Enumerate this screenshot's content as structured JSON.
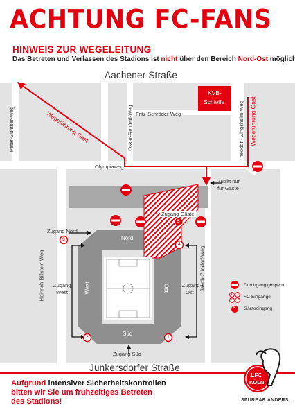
{
  "header": {
    "title": "ACHTUNG FC-FANS",
    "subtitle": "HINWEIS ZUR WEGELEITUNG",
    "intro_before": "Das Betreten und Verlassen des Stadions ist ",
    "intro_not": "nicht",
    "intro_middle": " über den Bereich ",
    "intro_area": "Nord-Ost",
    "intro_after": " möglich."
  },
  "streets": {
    "aachener": "Aachener Straße",
    "junkersdorfer": "Junkersdorfer Straße",
    "peter_guenther": "Peter-Günther-Weg",
    "oskar_rehfeld": "Oskar-Rehfeld-Weg",
    "fritz_schroeder": "Fritz-Schröder-Weg",
    "theodor_zingsheim": "Theodor - Zingsheim-Weg",
    "olympiaweg": "Olympiaweg",
    "heinrich_billstein": "Heinrich-Billstein-Weg",
    "jakob_zuendorf": "Jakob-Zündorf-Weg"
  },
  "route_labels": {
    "guest_route_left": "Wegeführung Gast",
    "guest_route_right": "Wegeführung Gast"
  },
  "kvb": {
    "line1": "KVB-",
    "line2": "Schleife"
  },
  "access": {
    "guest_only_line1": "Zutritt nur",
    "guest_only_line2": "für Gäste",
    "zugang_gaeste": "Zugang Gäste",
    "zugang_nord": "Zugang Nord",
    "zugang_west_1": "Zugang",
    "zugang_west_2": "West",
    "zugang_ost_1": "Zugang",
    "zugang_ost_2": "Ost",
    "zugang_sued": "Zugang Süd"
  },
  "stands": {
    "nord": "Nord",
    "west": "West",
    "ost": "Ost",
    "sued": "Süd"
  },
  "entrances": {
    "e1": "1",
    "e2": "2",
    "e3": "3",
    "e4": "4",
    "e5": "5"
  },
  "legend": {
    "blocked": "Durchgang gesperrt",
    "fc_entrances": "FC-Eingänge",
    "guest_entrance": "Gästeeingang",
    "nums_top": "1 2",
    "nums_bottom": "3 4",
    "guest_num": "5"
  },
  "footer": {
    "line1_before": "Aufgrund ",
    "line1_emph": "intensiver Sicherheitskontrollen",
    "line2": "bitten wir Sie um frühzeitiges Betreten",
    "line3": "des Stadions!",
    "slogan": "SPÜRBAR ANDERS.",
    "logo_text_top": "1.FC",
    "logo_text_bottom": "KÖLN"
  },
  "colors": {
    "accent_red": "#e3000f",
    "building_gray": "#999999",
    "area_gray": "#e3e3e3",
    "road_white": "#ffffff"
  }
}
